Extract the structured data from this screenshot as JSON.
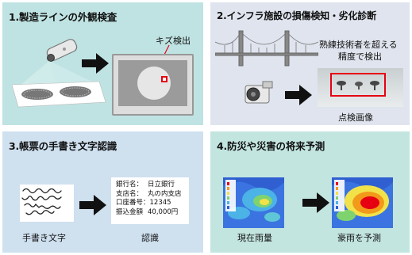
{
  "panels": [
    {
      "title": "1.製造ラインの外観検査",
      "labels": {
        "defect": "キズ検出"
      }
    },
    {
      "title": "2.インフラ施設の損傷検知・劣化診断",
      "labels": {
        "accuracy_line1": "熟練技術者を超える",
        "accuracy_line2": "精度で検出",
        "inspection": "点検画像"
      }
    },
    {
      "title": "3.帳票の手書き文字認識",
      "labels": {
        "handwriting": "手書き文字",
        "recognition": "認識"
      },
      "form": [
        {
          "label": "銀行名：",
          "value": "日立銀行"
        },
        {
          "label": "支店名：",
          "value": "丸の内支店"
        },
        {
          "label": "口座番号：",
          "value": "12345"
        },
        {
          "label": "振込金額",
          "value": "40,000円"
        }
      ]
    },
    {
      "title": "4.防災や災害の将来予測",
      "labels": {
        "current": "現在雨量",
        "forecast": "豪雨を予測"
      }
    }
  ],
  "colors": {
    "panel1": "#bfe3e2",
    "panel2": "#dfe4ee",
    "panel3": "#cfe0ef",
    "panel4": "#c3e5e0",
    "highlight": "#e60012"
  }
}
